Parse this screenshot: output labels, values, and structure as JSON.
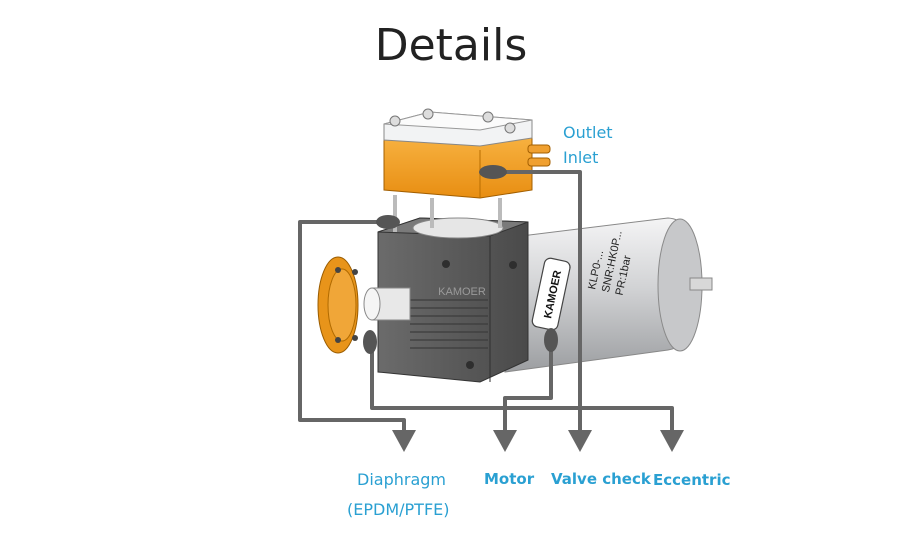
{
  "title": "Details",
  "labels": {
    "outlet": "Outlet",
    "inlet": "Inlet",
    "diaphragm": "Diaphragm",
    "diaphragm_material": "(EPDM/PTFE)",
    "motor": "Motor",
    "valve_check": "Valve check",
    "eccentric": "Eccentric"
  },
  "motor_print": {
    "brand": "KAMOER",
    "model": "KLP0-...",
    "snr": "SNR:HK0P...",
    "pr": "PR:1bar"
  },
  "head_print": "KAMOER",
  "colors": {
    "label_blue": "#2aa0d2",
    "orange": "#f5a623",
    "body_gray": "#5a5a5a",
    "motor_silver": "#d9dadc",
    "arrow_gray": "#666666"
  }
}
